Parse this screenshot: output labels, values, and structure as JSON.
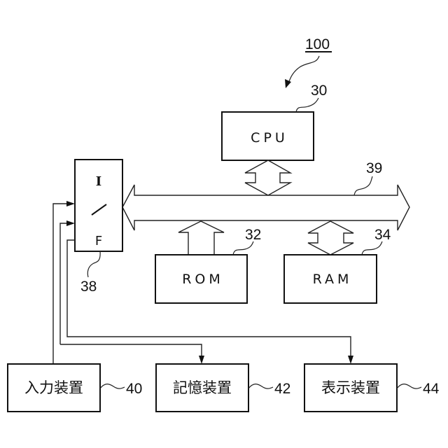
{
  "diagram": {
    "system_ref": "100",
    "blocks": {
      "cpu": {
        "label": "CPU",
        "ref": "30"
      },
      "rom": {
        "label": "ROM",
        "ref": "32"
      },
      "ram": {
        "label": "RAM",
        "ref": "34"
      },
      "bus": {
        "ref": "39"
      },
      "interface": {
        "label_top": "I",
        "label_mid": "/",
        "label_bottom": "F",
        "ref": "38"
      },
      "input_device": {
        "label": "入力装置",
        "ref": "40"
      },
      "storage_device": {
        "label": "記憶装置",
        "ref": "42"
      },
      "display_device": {
        "label": "表示装置",
        "ref": "44"
      }
    },
    "connections": [
      {
        "from": "cpu",
        "to": "bus",
        "type": "bidirectional"
      },
      {
        "from": "rom",
        "to": "bus",
        "type": "unidirectional"
      },
      {
        "from": "ram",
        "to": "bus",
        "type": "bidirectional"
      },
      {
        "from": "bus",
        "to": "interface",
        "type": "bidirectional"
      },
      {
        "from": "input_device",
        "to": "interface",
        "type": "signal"
      },
      {
        "from": "interface",
        "to": "storage_device",
        "type": "signal"
      },
      {
        "from": "interface",
        "to": "display_device",
        "type": "signal"
      }
    ]
  }
}
